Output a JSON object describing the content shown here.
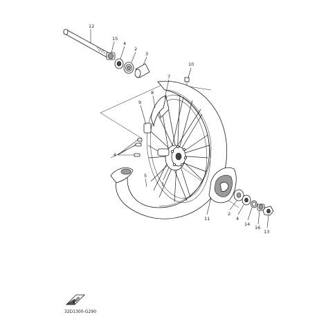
{
  "diagram": {
    "catalog_code": "32D1300-G290",
    "fwd_badge": "FWD",
    "labels": {
      "l12": "12",
      "l15": "15",
      "l4a": "4",
      "l2a": "2",
      "l3": "3",
      "l10": "10",
      "l7": "7",
      "l8": "8",
      "l9": "9",
      "l6": "6",
      "l5": "5",
      "l1": "1",
      "l11": "11",
      "l2b": "2",
      "l4b": "4",
      "l14": "14",
      "l16": "16",
      "l13": "13"
    }
  }
}
